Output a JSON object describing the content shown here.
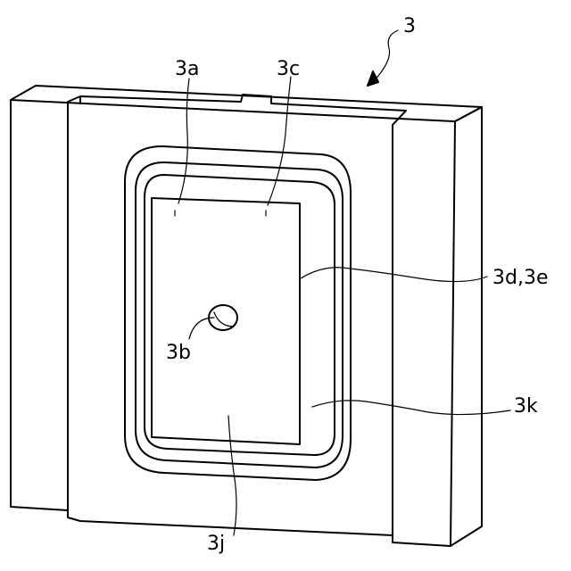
{
  "figure": {
    "labels": {
      "part": "3",
      "a": "3a",
      "c": "3c",
      "b": "3b",
      "de": "3d,3e",
      "k": "3k",
      "j": "3j"
    }
  }
}
